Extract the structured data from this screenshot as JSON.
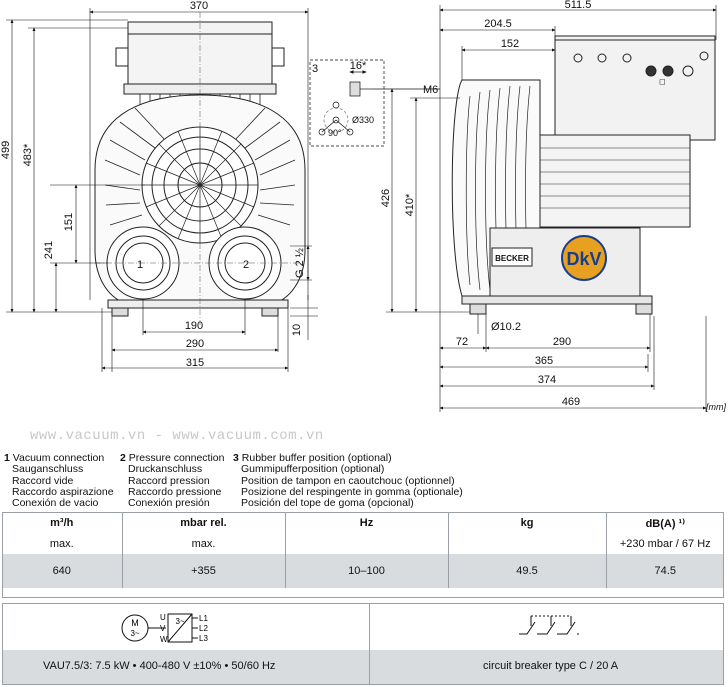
{
  "drawing": {
    "units": "[mm]",
    "front_view": {
      "width_total": "370",
      "height_total": "499",
      "height_483": "483*",
      "height_241": "241",
      "height_151": "151",
      "port_spacing": "190",
      "base_width_290": "290",
      "base_width_315": "315",
      "base_height": "10",
      "thread": "G 2 ½",
      "port1": "1",
      "port2": "2"
    },
    "detail": {
      "label": "3",
      "dim_16": "16*",
      "thread": "M6",
      "angle": "90°",
      "diameter": "Ø330"
    },
    "side_view": {
      "width_total": "511.5",
      "dim_204": "204.5",
      "dim_152": "152",
      "height_426": "426",
      "height_410": "410*",
      "hole": "Ø10.2",
      "dim_72": "72",
      "dim_290": "290",
      "dim_365": "365",
      "dim_374": "374",
      "dim_469": "469",
      "brand": "BECKER",
      "badge": "DkV"
    }
  },
  "watermark": "www.vacuum.vn - www.vacuum.com.vn",
  "legend": [
    {
      "num": "1",
      "lines": [
        "Vacuum connection",
        "Sauganschluss",
        "Raccord vide",
        "Raccordo aspirazione",
        "Conexión de vacio"
      ]
    },
    {
      "num": "2",
      "lines": [
        "Pressure connection",
        "Druckanschluss",
        "Raccord pression",
        "Raccordo pressione",
        "Conexión presión"
      ]
    },
    {
      "num": "3",
      "lines": [
        "Rubber buffer position (optional)",
        "Gummipufferposition (optional)",
        "Position de tampon en caoutchouc (optionnel)",
        "Posizione del respingente in gomma (optionale)",
        "Posición del tope de goma (opcional)"
      ]
    }
  ],
  "specs": {
    "headers": [
      "m³/h",
      "mbar rel.",
      "Hz",
      "kg",
      "dB(A) ¹⁾"
    ],
    "subheaders": [
      "max.",
      "max.",
      "",
      "",
      "+230 mbar / 67 Hz"
    ],
    "values": [
      "640",
      "+355",
      "10–100",
      "49.5",
      "74.5"
    ]
  },
  "electrical": {
    "motor_label": "M\n3~",
    "inverter_label": "3~",
    "phases_in": [
      "U",
      "V",
      "W"
    ],
    "phases_out": [
      "L1",
      "L2",
      "L3"
    ],
    "spec": "VAU7.5/3:  7.5 kW  •  400-480 V  ±10%  •  50/60 Hz",
    "breaker": "circuit breaker type C / 20 A"
  }
}
